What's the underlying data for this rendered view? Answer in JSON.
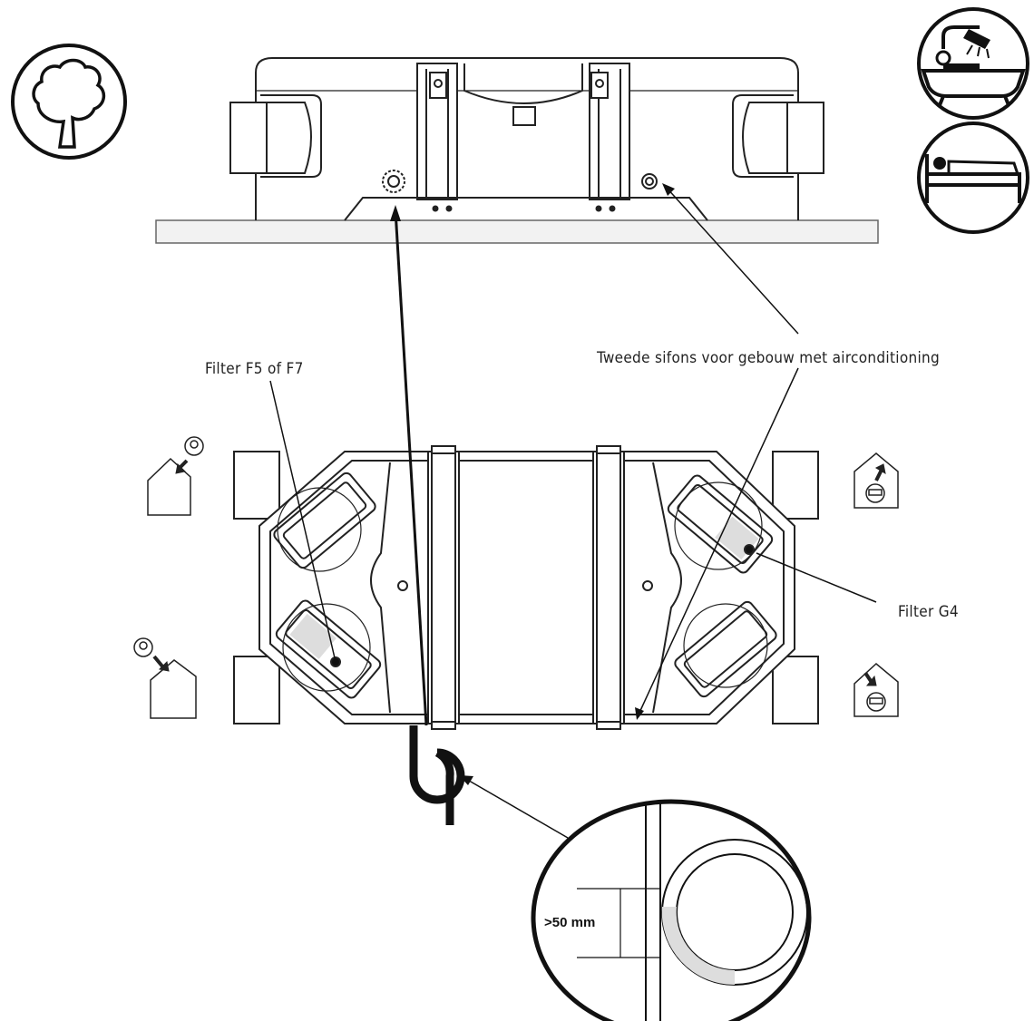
{
  "labels": {
    "filter_f5_f7": "Filter F5 of F7",
    "second_siphons": "Tweede sifons voor gebouw met airconditioning",
    "filter_g4": "Filter G4",
    "min_height": ">50 mm"
  },
  "icons": {
    "top_left": "tree-icon",
    "top_right_upper": "bathroom-icon",
    "top_right_lower": "bedroom-icon"
  }
}
